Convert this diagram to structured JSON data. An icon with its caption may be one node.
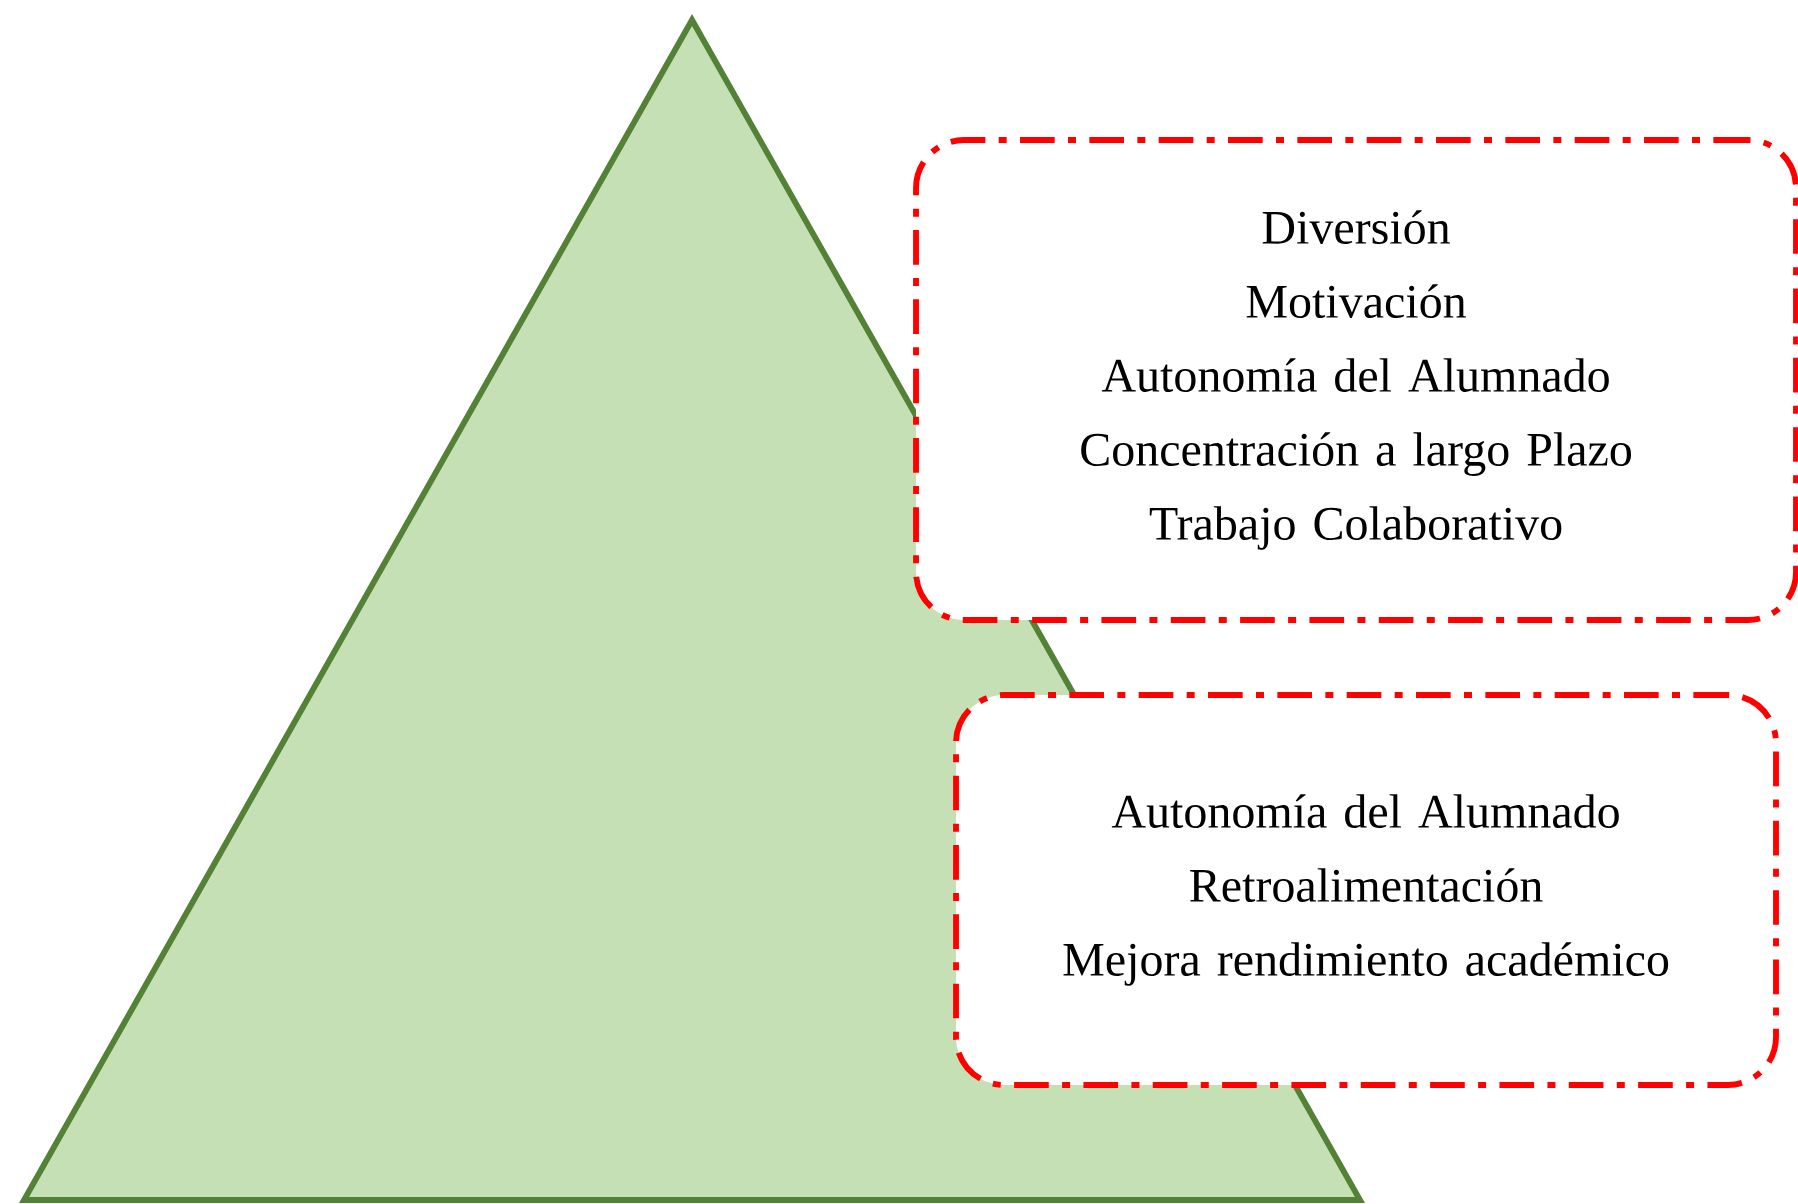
{
  "diagram": {
    "nodes": [
      {
        "text": [],
        "shape": "triangle"
      },
      {
        "text": [
          "Diversión",
          "Motivación",
          "Autonomía del Alumnado",
          "Concentración a largo Plazo",
          "Trabajo Colaborativo"
        ]
      },
      {
        "text": [
          "Autonomía del Alumnado",
          "Retroalimentación",
          "Mejora rendimiento académico"
        ]
      }
    ]
  }
}
